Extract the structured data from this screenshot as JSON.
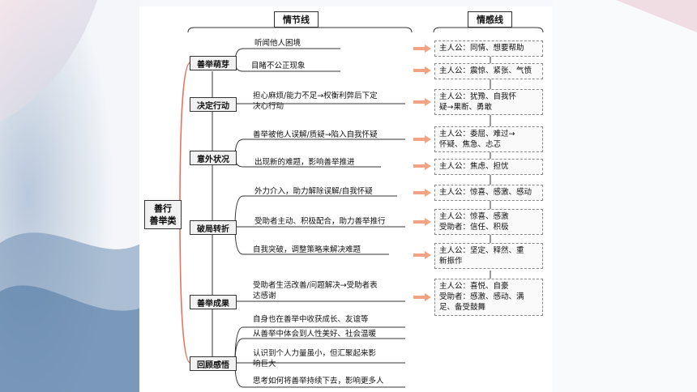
{
  "headers": {
    "plot": "情节线",
    "emotion": "情感线"
  },
  "root": {
    "line1": "善行",
    "line2": "善举类"
  },
  "stages": [
    "善举萌芽",
    "决定行动",
    "意外状况",
    "破局转折",
    "善举成果",
    "回顾感悟"
  ],
  "plot_items": [
    "听闻他人困境",
    "目睹不公正现象",
    "担心麻烦/能力不足→权衡利弊后下定",
    "决心行动",
    "善举被他人误解/质疑→陷入自我怀疑",
    "出现新的难题，影响善举推进",
    "外力介入，助力解除误解/自我怀疑",
    "受助者主动、积极配合，助力善举推行",
    "自我突破，调整策略来解决难题",
    "受助者生活改善/问题解决→受助者表",
    "达感谢",
    "自身也在善举中收获成长、友谊等",
    "从善举中体会到人性美好、社会温暖",
    "认识到个人力量虽小，但汇聚起来影",
    "响巨大",
    "思考如何将善举持续下去，影响更多人"
  ],
  "emotions": [
    {
      "l1": "主人公：同情、想要帮助",
      "l2": "",
      "l3": ""
    },
    {
      "l1": "主人公：震惊、紧张、气愤",
      "l2": "",
      "l3": ""
    },
    {
      "l1": "主人公：犹豫、自我怀",
      "l2": "疑→果断、勇敢",
      "l3": ""
    },
    {
      "l1": "主人公：委屈、难过→",
      "l2": "怀疑、焦急、忐忑",
      "l3": ""
    },
    {
      "l1": "主人公：焦虑、担忧",
      "l2": "",
      "l3": ""
    },
    {
      "l1": "主人公：惊喜、感激、感动",
      "l2": "",
      "l3": ""
    },
    {
      "l1": "主人公：惊喜、感激",
      "l2": "受助者：信任、积极",
      "l3": ""
    },
    {
      "l1": "主人公：坚定、释然、重",
      "l2": "新振作",
      "l3": ""
    },
    {
      "l1": "主人公：喜悦、自豪",
      "l2": "受助者：感激、感动、满",
      "l3": "足、备受鼓舞"
    }
  ],
  "colors": {
    "accent": "#e8735a",
    "arrow": "#f2a383"
  }
}
